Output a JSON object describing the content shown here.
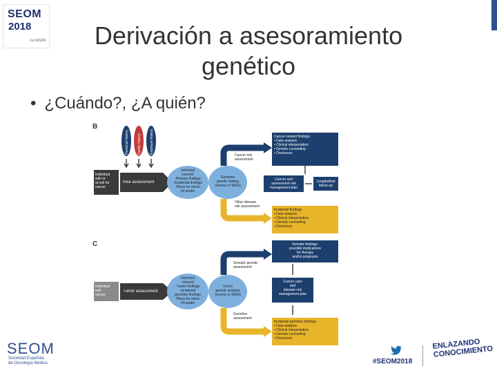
{
  "header": {
    "title_line1": "Derivación a asesoramiento",
    "title_line2": "genético",
    "logo_line1": "SEOM",
    "logo_line2": "2018",
    "logo_small": "by ADEMI"
  },
  "content": {
    "bullet": "¿Cuándo?, ¿A quién?"
  },
  "figure": {
    "panel_b": {
      "label": "B",
      "histories": [
        "Personal history",
        "Family history",
        "Exposure history"
      ],
      "patient": "Individual\nwith or\nat risk for\ncancer",
      "risk_assessment": "Risk assessment",
      "consent": "Informed\nconsent\n-Primary findings\n-Incidental findings\n-Plans for return\nof results",
      "testing": "Germline\ngenetic testing\n(exome or WGS)",
      "cancer_risk": "Cancer risk\nassessment",
      "other_risk": "Other disease\nrisk assessment",
      "cancer_findings": "Cancer-related findings:\n• Data analysis\n• Clinical interpretation\n• Genetic counseling\n• Disclosure",
      "plan": "Cancer and\nassessment risk\nmanagement plan",
      "followup": "Longitudinal\nfollow-up",
      "incidental": "Incidental findings:\n• Data analysis\n• Clinical interpretation\n• Genetic counseling\n• Disclosure"
    },
    "panel_c": {
      "label": "C",
      "patient": "Individual\nwith\ncancer",
      "tumor_assessment": "Tumor assessment",
      "consent": "Informed\nconsent\n-Tumor findings\n-Incidental\ngermline findings\n-Plans for return\nof results",
      "analysis": "Tumor\ngenetic analysis\n(exome or WGS)",
      "somatic": "Somatic genetic\nassessment",
      "germline": "Germline\nassessment",
      "somatic_findings": "Somatic findings:\npossible implications\nfor therapy\nand/or prognosis",
      "care_plan": "Cancer care\nand\ndisease risk\nmanagement plan",
      "incidental_germline": "Incidental germline findings:\n• Data analysis\n• Clinical interpretation\n• Genetic counseling\n• Disclosure"
    }
  },
  "footer": {
    "seom": "SEOM",
    "seom_sub": "Sociedad Española\nde Oncología Médica",
    "twitter_icon": "twitter-icon",
    "hashtag": "#SEOM2018",
    "slogan": "ENLAZANDO\nCONOCIMIENTO"
  },
  "colors": {
    "dark_blue": "#1c3f6e",
    "light_blue": "#7fb0dd",
    "yellow": "#e8b52a",
    "dark_gray": "#3a3a3a",
    "gray": "#8a8a8a"
  }
}
